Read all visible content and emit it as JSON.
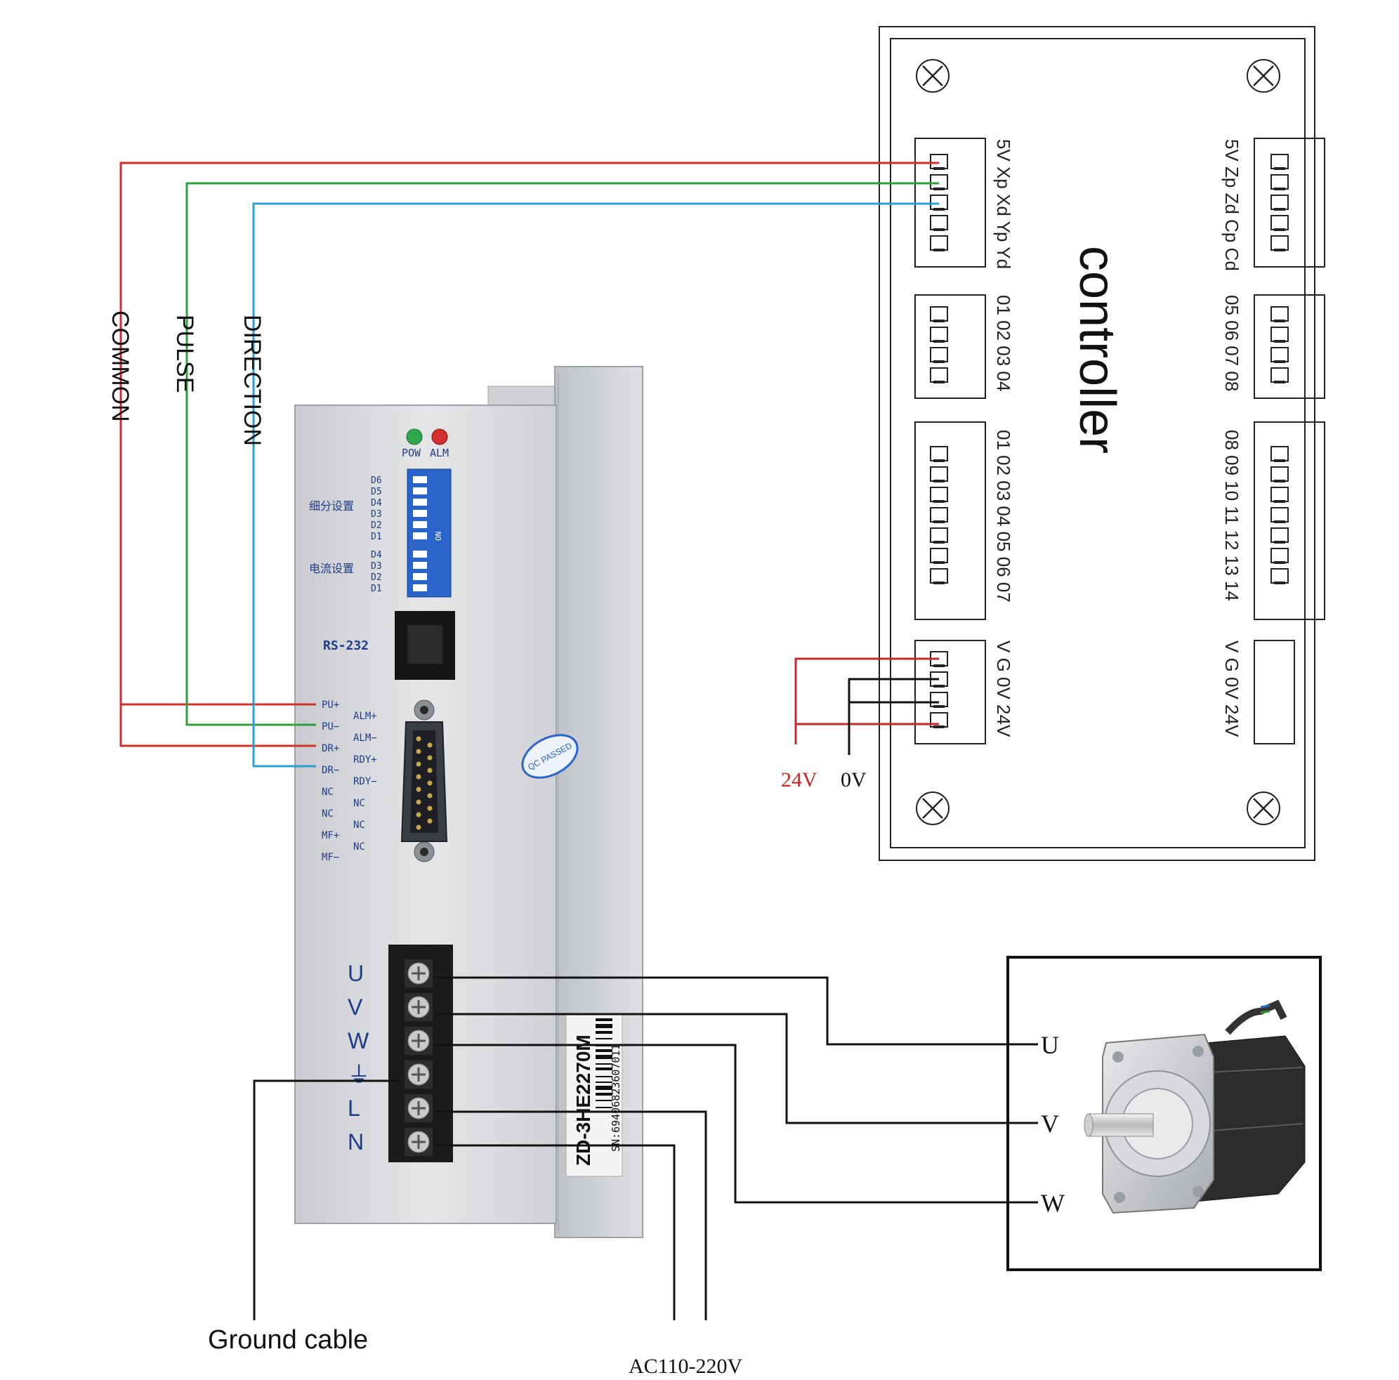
{
  "colors": {
    "common_wire": "#d32f2f",
    "pulse_wire": "#2e9e3e",
    "direction_wire": "#2a9fd6",
    "power_24v": "#c62828",
    "black_wire": "#111111",
    "driver_body": "#d4d6d9",
    "driver_text": "#1e3c8c",
    "dip_blue": "#2a63c9",
    "led_green": "#2fa84f",
    "led_red": "#d32f2f"
  },
  "signal_labels": {
    "common": "COMMON",
    "pulse": "PULSE",
    "direction": "DIRECTION"
  },
  "controller": {
    "title": "controller",
    "left_groups": [
      "5V Xp Xd Yp Yd",
      "01 02 03 04",
      "01 02 03 04 05 06 07",
      "V  G  0V 24V"
    ],
    "right_groups": [
      "5V Zp Zd Cp Cd",
      "05 06 07 08",
      "08 09 10 11 12 13 14",
      "V  G  0V 24V"
    ]
  },
  "power_labels": {
    "v24": "24V",
    "v0": "0V"
  },
  "driver": {
    "leds": {
      "pow": "POW",
      "alm": "ALM"
    },
    "subdivision_label": "细分设置",
    "current_label": "电流设置",
    "dip_sub_labels": [
      "D6",
      "D5",
      "D4",
      "D3",
      "D2",
      "D1"
    ],
    "dip_cur_labels": [
      "D4",
      "D3",
      "D2",
      "D1"
    ],
    "dip_on": "ON",
    "rs232": "RS-232",
    "pins_left": [
      "PU+",
      "PU−",
      "DR+",
      "DR−",
      "NC",
      "NC",
      "MF+",
      "MF−"
    ],
    "pins_right": [
      "ALM+",
      "ALM−",
      "RDY+",
      "RDY−",
      "NC",
      "NC",
      "NC"
    ],
    "qc_sticker": "QC PASSED",
    "terminal_labels": [
      "U",
      "V",
      "W",
      "⏚",
      "L",
      "N"
    ],
    "model": "ZD-3HE2270M",
    "serial": "SN:69406823607011"
  },
  "motor": {
    "phases": [
      "U",
      "V",
      "W"
    ]
  },
  "bottom_labels": {
    "ground": "Ground cable",
    "ac": "AC110-220V"
  }
}
